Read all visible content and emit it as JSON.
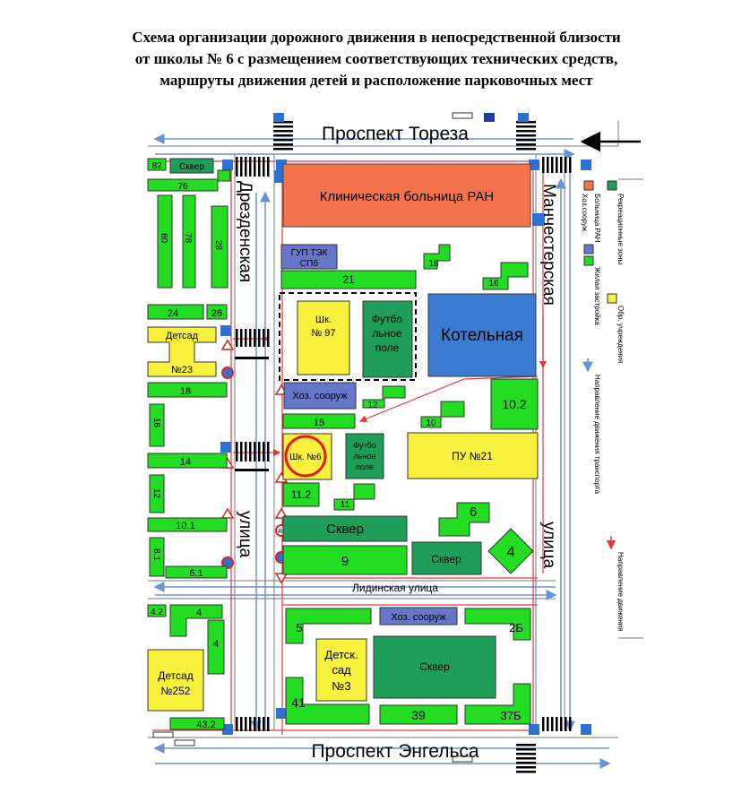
{
  "title": {
    "line1": "Схема организации дорожного движения в непосредственной близости",
    "line2": "от школы № 6 с размещением соответствующих технических средств,",
    "line3": "маршруты движения детей и расположение парковочных мест"
  },
  "streets": {
    "toreza": "Проспект Тореза",
    "engelsa": "Проспект Энгельса",
    "drezdenskaya": "Дрезденская",
    "manchesterskaya": "Манчестерская",
    "lidinskaya": "Лидинская улица",
    "ulitsa_left": "улица",
    "ulitsa_right": "улица"
  },
  "buildings": {
    "hospital": "Клиническая больница РАН",
    "gup_tek_1": "ГУП ТЭК",
    "gup_tek_2": "СПб",
    "b21": "21",
    "b18a": "18",
    "b16a": "16",
    "sch97_1": "Шк.",
    "sch97_2": "№ 97",
    "field1_1": "Футбо",
    "field1_2": "льное",
    "field1_3": "поле",
    "boiler": "Котельная",
    "hoz1": "Хоз. сооруж",
    "b12a": "12",
    "b10": "10",
    "b10_2": "10.2",
    "b15": "15",
    "sch6": "Шк. №6",
    "field2_1": "Футбо",
    "field2_2": "льное",
    "field2_3": "поле",
    "pu21": "ПУ №21",
    "b11_2": "11.2",
    "b11": "11",
    "b6": "6",
    "skver1": "Сквер",
    "b4": "4",
    "b9": "9",
    "skver2": "Сквер",
    "b82": "82",
    "skver_top": "Сквер",
    "b76": "76",
    "b80": "80",
    "b78": "78",
    "b28": "28",
    "b24": "24",
    "b26": "26",
    "detsad23_1": "Детсад",
    "detsad23_2": "№23",
    "b18b": "18",
    "b16b": "16",
    "b14": "14",
    "b12b": "12",
    "b10_1": "10.1",
    "b8_1": "8.1",
    "b6_1": "6.1",
    "b4_2": "4.2",
    "b4a": "4",
    "b4b": "4",
    "detsad252_1": "Детсад",
    "detsad252_2": "№252",
    "b43_2": "43.2",
    "b5": "5",
    "hoz2": "Хоз. сооруж",
    "b2b": "2Б",
    "detsad3_1": "Детск.",
    "detsad3_2": "сад",
    "detsad3_3": "№3",
    "skver3": "Сквер",
    "b41": "41",
    "b39": "39",
    "b37b": "37Б",
    "sign40": "40"
  },
  "legend": [
    {
      "label": "Больница РАН",
      "color": "#f4734a"
    },
    {
      "label": "Рекреационные зоны",
      "color": "#1e9e58"
    },
    {
      "label": "Обр. учреждения",
      "color": "#f7f03c"
    },
    {
      "label": "Хоз.сооруж",
      "color": "#6677c9"
    },
    {
      "label": "Жилая застройка",
      "color": "#22dd22"
    },
    {
      "label": "Направление движения транспорта",
      "color": "#4a7fd0"
    },
    {
      "label": "Направление движения",
      "color": "#e23a3a"
    }
  ],
  "colors": {
    "hospital": "#f4734a",
    "residential": "#22dd22",
    "recreation": "#1e9e58",
    "education": "#f7f03c",
    "utility": "#6677c9",
    "boiler": "#3b7cd2",
    "traffic_arrow": "#6a93d4",
    "walk_route": "#e23a3a"
  }
}
